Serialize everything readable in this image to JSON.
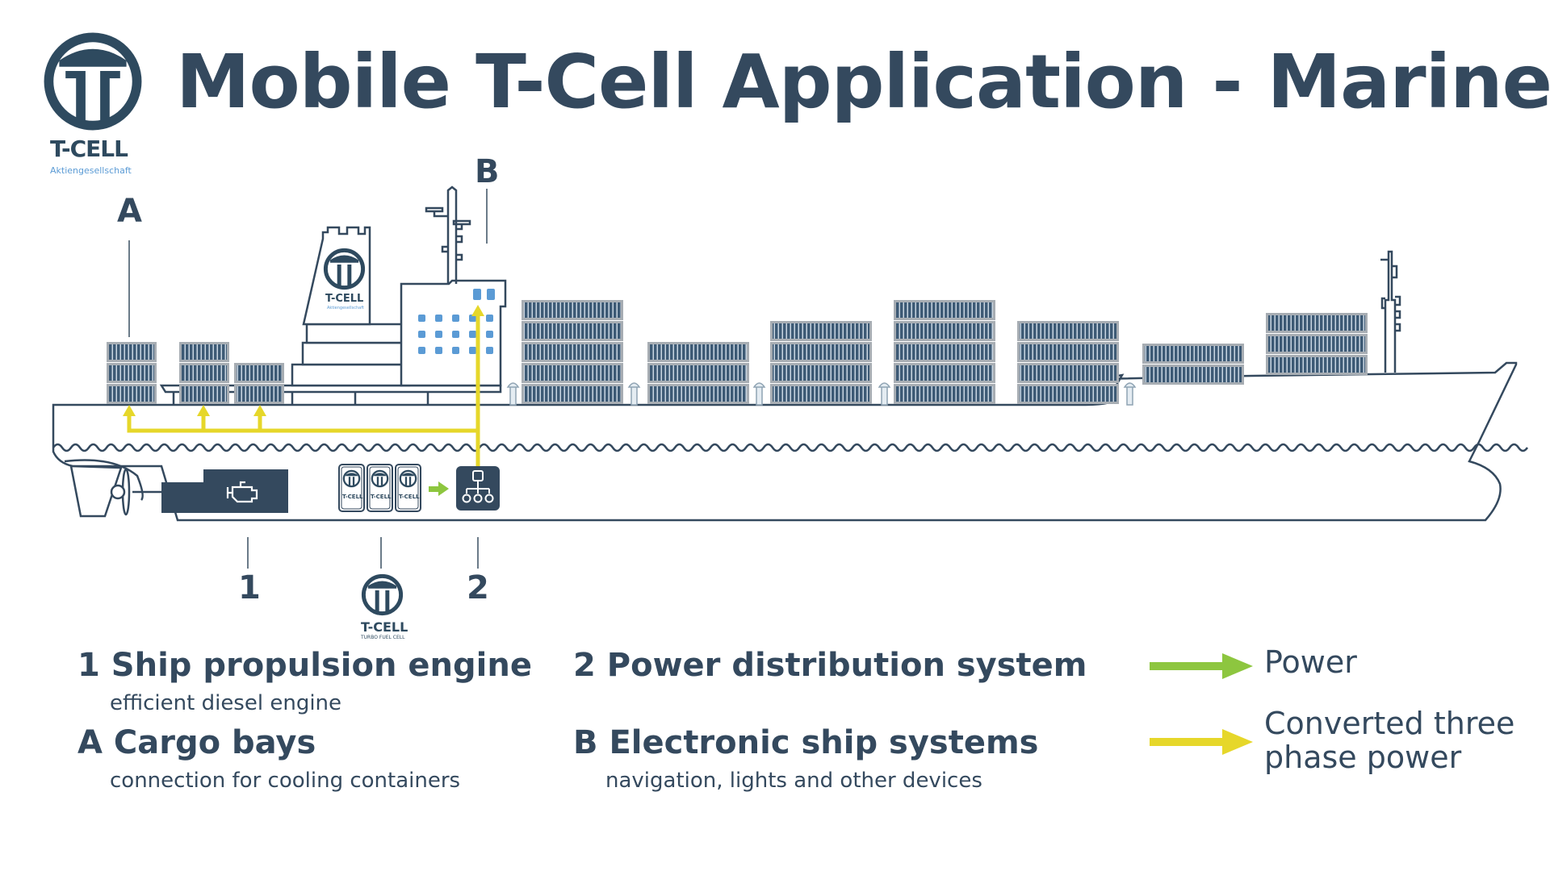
{
  "header": {
    "title": "Mobile T-Cell Application - Marine",
    "logo": {
      "icon": "t-cell-logo-icon",
      "wordmark": "T-CELL",
      "subtitle": "Aktiengesellschaft"
    }
  },
  "colors": {
    "primary": "#34495e",
    "power_arrow": "#8dc63f",
    "converted_arrow": "#e6d72a",
    "window_blue": "#5b9bd5",
    "container_fill": "#3d5a75",
    "container_frame": "#a7adb3"
  },
  "diagram": {
    "markers": {
      "A": "A",
      "B": "B",
      "one": "1",
      "two": "2"
    },
    "funnel_logo": {
      "wordmark": "T-CELL",
      "subtitle": "Aktiengesellschaft"
    },
    "fuel_cell_units": [
      {
        "wordmark": "T-CELL"
      },
      {
        "wordmark": "T-CELL"
      },
      {
        "wordmark": "T-CELL"
      }
    ],
    "turbo_fuel_cell": {
      "wordmark": "T-CELL",
      "subtitle": "TURBO FUEL CELL"
    },
    "icons": {
      "engine": "engine-icon",
      "distribution": "network-hierarchy-icon"
    },
    "container_stacks": [
      {
        "id": "aft-1",
        "layers": 3
      },
      {
        "id": "aft-2",
        "layers": 3
      },
      {
        "id": "aft-3",
        "layers": 2
      },
      {
        "id": "bay-1",
        "layers": 5
      },
      {
        "id": "bay-2",
        "layers": 3
      },
      {
        "id": "bay-3",
        "layers": 4
      },
      {
        "id": "bay-4",
        "layers": 5
      },
      {
        "id": "bay-5",
        "layers": 4
      },
      {
        "id": "bay-6",
        "layers": 2
      },
      {
        "id": "bay-7",
        "layers": 3
      }
    ]
  },
  "legend": {
    "items": [
      {
        "key": "1",
        "title": "Ship propulsion engine",
        "subtitle": "efficient diesel engine"
      },
      {
        "key": "A",
        "title": "Cargo bays",
        "subtitle": "connection for cooling containers"
      },
      {
        "key": "2",
        "title": "Power distribution system",
        "subtitle": ""
      },
      {
        "key": "B",
        "title": "Electronic ship systems",
        "subtitle": "navigation, lights and other devices"
      }
    ],
    "arrows": [
      {
        "label": "Power",
        "color": "#8dc63f"
      },
      {
        "label": "Converted three phase power",
        "line1": "Converted three",
        "line2": "phase power",
        "color": "#e6d72a"
      }
    ]
  }
}
